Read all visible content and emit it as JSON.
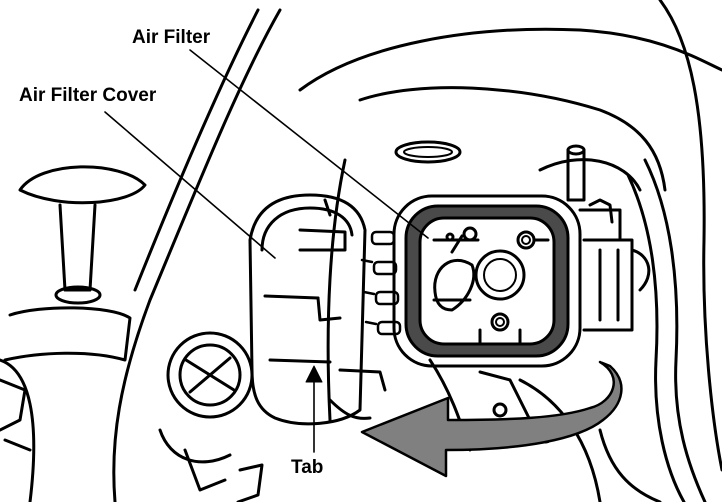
{
  "callouts": {
    "air_filter": "Air Filter",
    "air_filter_cover": "Air Filter Cover",
    "tab": "Tab"
  },
  "colors": {
    "line": "#000000",
    "arrow_fill": "#808080",
    "background": "#ffffff"
  }
}
